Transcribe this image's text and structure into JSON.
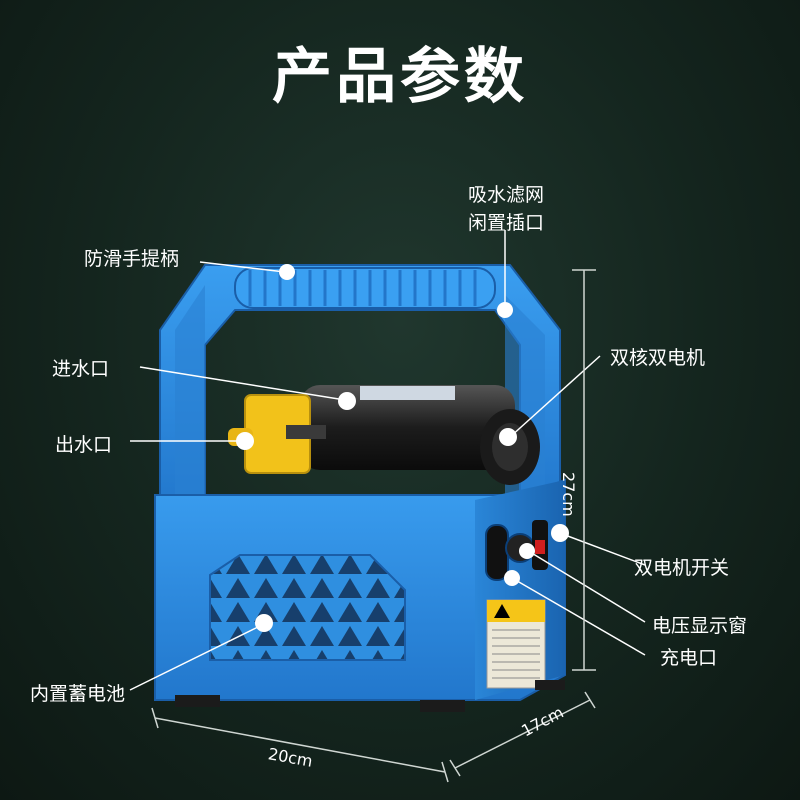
{
  "title": "产品参数",
  "callouts": {
    "filter_slot": [
      "吸水滤网",
      "闲置插口"
    ],
    "handle": "防滑手提柄",
    "inlet": "进水口",
    "motor": "双核双电机",
    "outlet": "出水口",
    "switch": "双电机开关",
    "voltage": "电压显示窗",
    "charge": "充电口",
    "battery": "内置蓄电池"
  },
  "dimensions": {
    "height": "27cm",
    "width": "20cm",
    "depth": "17cm"
  },
  "warning_label": "警告",
  "colors": {
    "body": "#2f8fe0",
    "body_dark": "#1f6fbf",
    "background": "#14251e",
    "pump_head": "#f2c21a"
  }
}
